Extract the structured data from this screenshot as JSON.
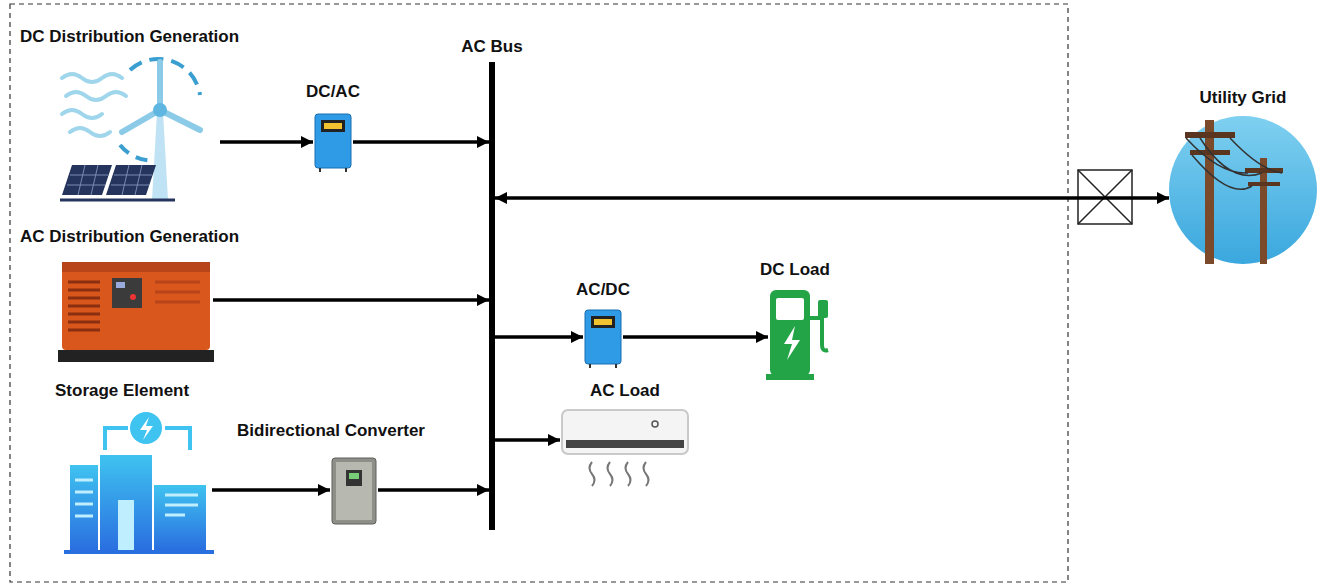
{
  "diagram": {
    "nodes": [
      {
        "text": [
          "DC Distribution Generation"
        ]
      },
      {
        "text": [
          "DC/AC"
        ]
      },
      {
        "text": [
          "AC Bus"
        ]
      },
      {
        "text": [
          "AC Distribution Generation"
        ]
      },
      {
        "text": [
          "AC/DC"
        ]
      },
      {
        "text": [
          "DC Load"
        ]
      },
      {
        "text": [
          "Storage Element"
        ]
      },
      {
        "text": [
          "Bidirectional Converter"
        ]
      },
      {
        "text": [
          "AC Load"
        ]
      },
      {
        "text": [
          "Utility Grid"
        ]
      }
    ],
    "edges": [
      {
        "from": 0,
        "to": 1,
        "arrow": "to"
      },
      {
        "from": 1,
        "to": 2,
        "arrow": "to"
      },
      {
        "from": 2,
        "to": 9,
        "arrow": "both"
      },
      {
        "from": 3,
        "to": 2,
        "arrow": "to"
      },
      {
        "from": 2,
        "to": 4,
        "arrow": "to"
      },
      {
        "from": 4,
        "to": 5,
        "arrow": "to"
      },
      {
        "from": 2,
        "to": 8,
        "arrow": "to"
      },
      {
        "from": 6,
        "to": 7,
        "arrow": "to"
      },
      {
        "from": 7,
        "to": 2,
        "arrow": "to"
      }
    ]
  }
}
